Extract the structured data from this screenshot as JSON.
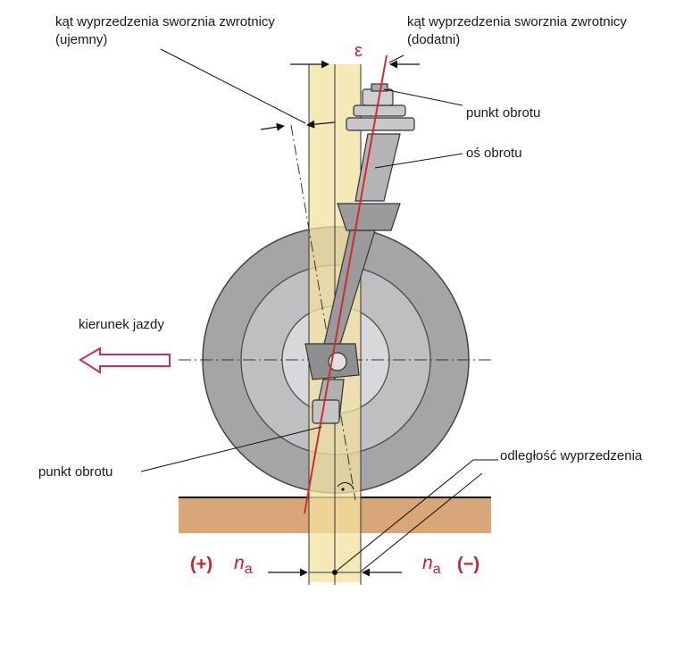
{
  "labels": {
    "neg_caster_line1": "kąt wyprzedzenia sworznia zwrotnicy",
    "neg_caster_line2": "(ujemny)",
    "pos_caster_line1": "kąt wyprzedzenia sworznia zwrotnicy",
    "pos_caster_line2": "(dodatni)",
    "epsilon": "ε",
    "pivot_point_top": "punkt obrotu",
    "pivot_axis": "oś obrotu",
    "direction": "kierunek jazdy",
    "pivot_point_bottom": "punkt obrotu",
    "trail_distance": "odległość wyprzedzenia",
    "plus_sign": "(+)",
    "n_left": "n",
    "n_left_sub": "a",
    "n_right": "n",
    "n_right_sub": "a",
    "minus_sign": "(−)"
  },
  "colors": {
    "axis_red": "#d42a2a",
    "strip_yellow": "#f3e2a0",
    "ground": "#d9a777",
    "tyre": "#a5a5a7",
    "rim": "#c3c3c5",
    "arrow_outline": "#c0306a"
  }
}
